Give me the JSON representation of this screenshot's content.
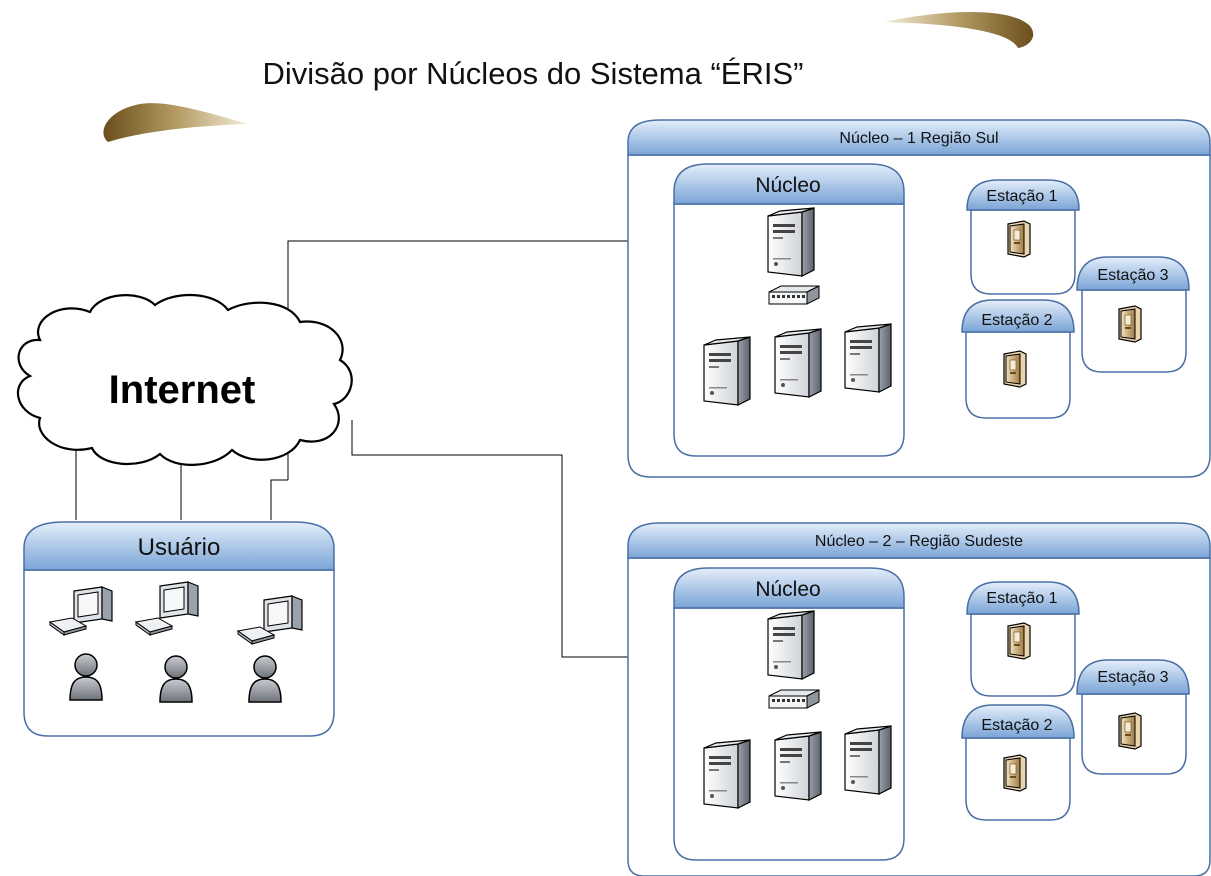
{
  "title": "Divisão por Núcleos do Sistema “ÉRIS”",
  "internet": {
    "label": "Internet"
  },
  "usuario": {
    "label": "Usuário"
  },
  "regions": [
    {
      "label": "Núcleo – 1 Região Sul",
      "core_label": "Núcleo",
      "stations": [
        "Estação 1",
        "Estação 2",
        "Estação 3"
      ]
    },
    {
      "label": "Núcleo – 2 – Região Sudeste",
      "core_label": "Núcleo",
      "stations": [
        "Estação 1",
        "Estação 2",
        "Estação 3"
      ]
    }
  ],
  "colors": {
    "header_top": "#dce9f8",
    "header_bottom": "#7ea7d8",
    "border": "#4a6fa5",
    "line": "#000000",
    "swoosh_light": "#e8dcc0",
    "swoosh_dark": "#8a6a2e"
  },
  "icons": [
    "server-icon",
    "switch-icon",
    "workstation-icon",
    "keyboard-icon",
    "user-icon",
    "station-device-icon",
    "cloud-icon"
  ]
}
